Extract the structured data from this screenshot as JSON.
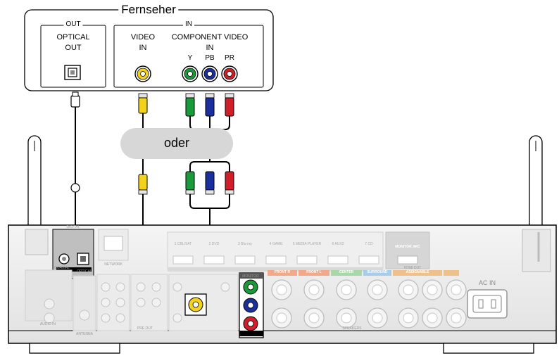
{
  "tv": {
    "title": "Fernseher",
    "out_group": "OUT",
    "in_group": "IN",
    "optical_label_1": "OPTICAL",
    "optical_label_2": "OUT",
    "video_label_1": "VIDEO",
    "video_label_2": "IN",
    "component_label_1": "COMPONENT VIDEO",
    "component_label_2": "IN",
    "y_label": "Y",
    "pb_label": "PB",
    "pr_label": "PR"
  },
  "connector_word": "oder",
  "receiver": {
    "ac_in": "AC IN",
    "monitor_arc": "MONITOR ARC",
    "hdmi_inputs": [
      "1 CBL/SAT",
      "2 DVD",
      "3 Blu-ray",
      "4 GAME",
      "5 MEDIA PLAYER",
      "6 AUX2",
      "7 CD"
    ],
    "speaker_labels": [
      "FRONT R",
      "FRONT L",
      "CENTER",
      "SURROUND",
      "ASSIGNABLE"
    ],
    "misc_labels": [
      "DIGITAL",
      "OPTICAL",
      "COAXIAL",
      "NETWORK",
      "AUDIO IN",
      "ANTENNA",
      "PRE OUT",
      "MONITOR",
      "SPEAKERS",
      "HDMI OUT"
    ]
  },
  "colors": {
    "cable_green": "#1a9a3a",
    "cable_blue": "#1b2f9c",
    "cable_red": "#d01f2a",
    "cable_yellow": "#f2d21a",
    "oval_gray": "#d7d7d7"
  }
}
